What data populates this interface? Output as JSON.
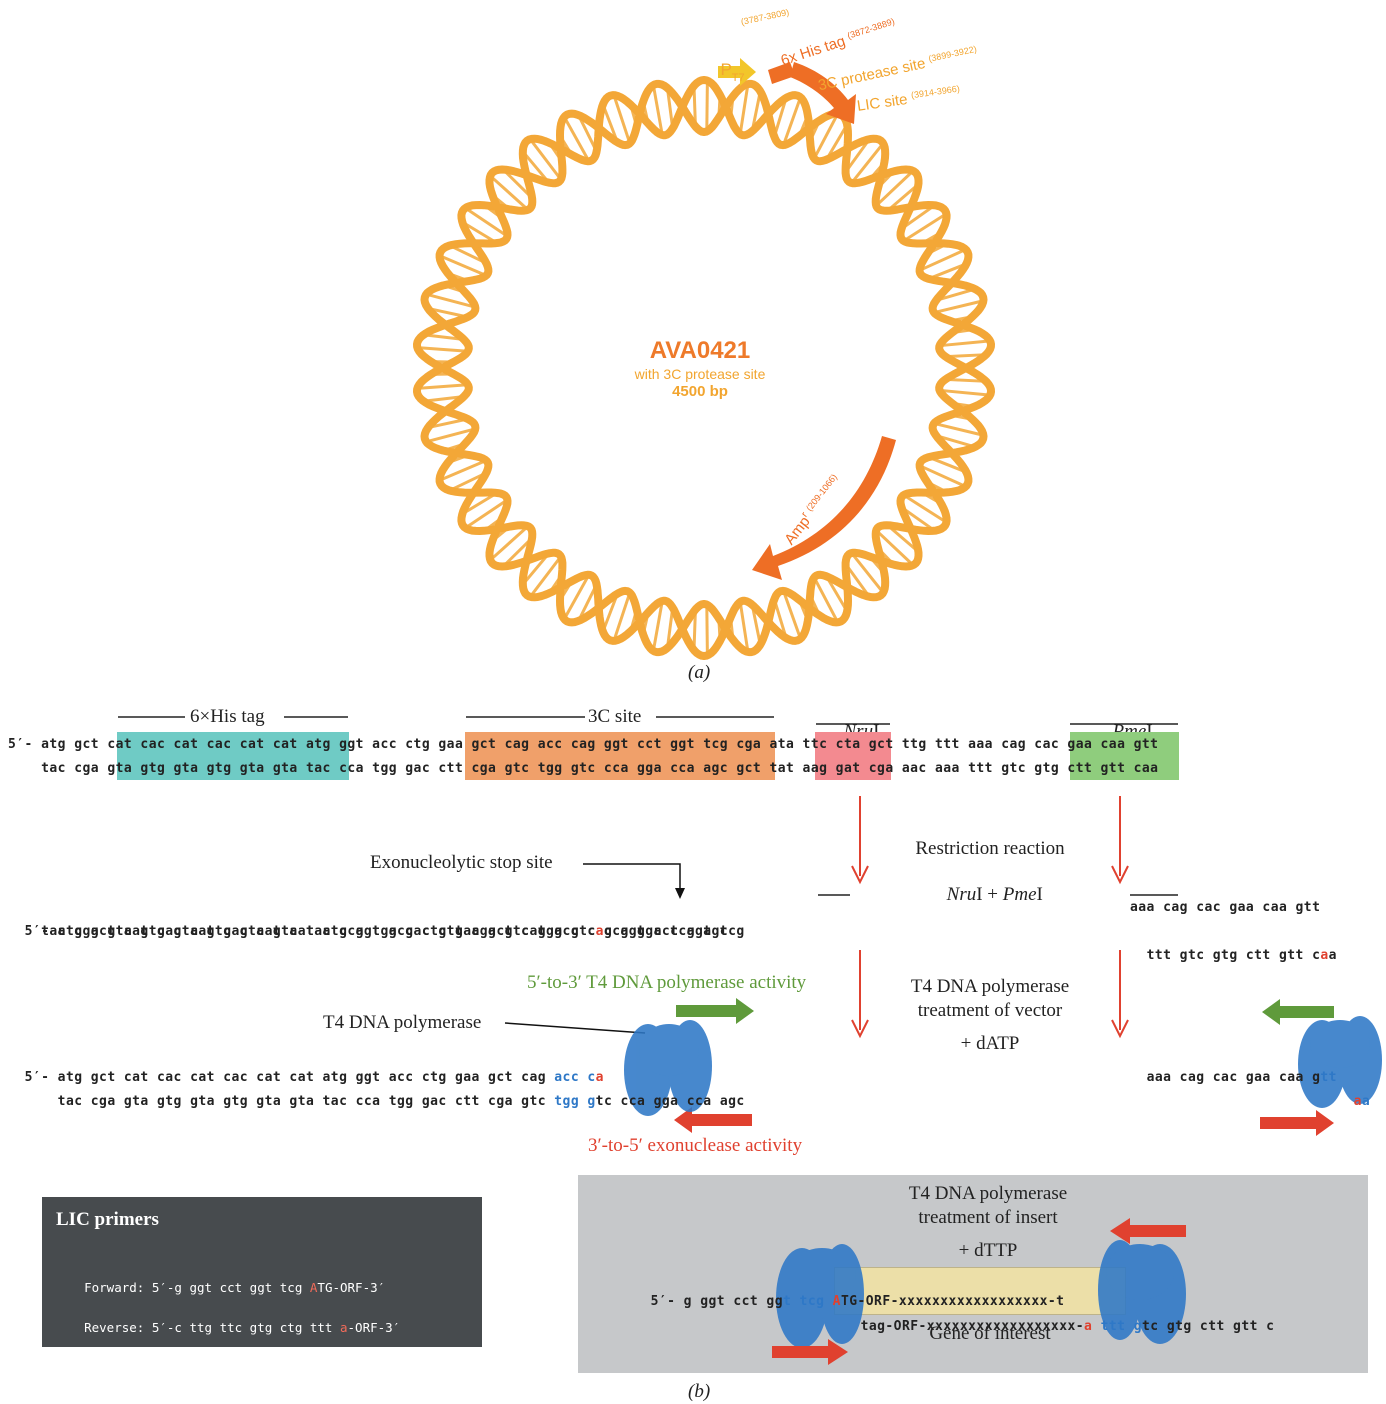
{
  "panel_a": {
    "label": "(a)",
    "plasmid": {
      "name": "AVA0421",
      "subtitle": "with 3C protease site",
      "size": "4500 bp"
    },
    "features": {
      "promoter_p": "P",
      "promoter_t7": "T7",
      "promoter_range": "(3787-3809)",
      "his_tag": "6x His tag",
      "his_range": "(3872-3889)",
      "protease_site": "3C protease site",
      "protease_range": "(3899-3922)",
      "lic_site": "LIC site",
      "lic_range": "(3914-3966)",
      "amp": "Amp",
      "amp_sup": "r",
      "amp_range": "(209-1066)"
    },
    "colors": {
      "helix": "#f3a737",
      "arrow": "#ee6e25",
      "promoter": "#f2c62a"
    }
  },
  "panel_b": {
    "label": "(b)",
    "header_labels": {
      "his_tag": "6×His tag",
      "c3_site": "3C site",
      "nru_italic": "Nru",
      "nru_roman": "I",
      "pme_italic": "Pme",
      "pme_roman": "I"
    },
    "row1": {
      "top": "5′- atg gct cat cac cat cac cat cat atg ggt acc ctg gaa gct cag acc cag ggt cct ggt tcg cga ata ttc cta gct ttg ttt aaa cag cac gaa caa gtt",
      "bottom": "    tac cga gta gtg gta gtg gta gta tac cca tgg gac ctt cga gtc tgg gtc cca gga cca agc gct tat aag gat cga aac aaa ttt gtc gtg ctt gtt caa"
    },
    "restriction": {
      "line1": "Restriction reaction",
      "line2_a": "Nru",
      "line2_b": "I + ",
      "line2_c": "Pme",
      "line2_d": "I"
    },
    "stop_site_label": "Exonucleolytic stop site",
    "row2": {
      "top_a": "5′- atg gct cat cac cat cac cat cat atg ggt acc ctg gaa gct cag acc c",
      "top_red": "a",
      "top_b": "g ggt cct ggt tcg",
      "bottom": "    tac cga gta gtg gta gtg gta gta tac cca tgg gac ctt cga gtc tgg gtc cca gga cca agc",
      "right_top": "aaa cag cac gaa caa gtt",
      "right_bottom_a": "ttt gtc gtg ctt gtt c",
      "right_bottom_red": "a",
      "right_bottom_b": "a"
    },
    "pol_activity_label": "5′-to-3′ T4 DNA polymerase activity",
    "exo_activity_label": "3′-to-5′ exonuclease activity",
    "polymerase_label": "T4 DNA polymerase",
    "treatment_vector": {
      "line1": "T4 DNA polymerase",
      "line2": "treatment of vector",
      "line3": "+ dATP"
    },
    "row3": {
      "top_a": "5′- atg gct cat cac cat cac cat cat atg ggt acc ctg gaa gct cag ",
      "top_blue": "acc c",
      "top_red": "a",
      "bottom_a": "    tac cga gta gtg gta gtg gta gta tac cca tgg gac ctt cga gtc ",
      "bottom_blue": "tgg g",
      "bottom_b": "tc cca gga cca agc",
      "right_top_a": "aaa cag cac gaa caa g",
      "right_top_blue": "tt",
      "right_bottom_red": "a",
      "right_bottom_blue": "a"
    },
    "primers": {
      "title": "LIC primers",
      "forward_a": "Forward: 5′-g ggt cct ggt tcg ",
      "forward_red": "A",
      "forward_b": "TG-ORF-3′",
      "reverse_a": "Reverse: 5′-c ttg ttc gtg ctg ttt ",
      "reverse_red": "a",
      "reverse_b": "-ORF-3′"
    },
    "insert": {
      "line1": "T4 DNA polymerase",
      "line2": "treatment of insert",
      "line3": "+ dTTP",
      "top_a": "5′- g ggt cct gg",
      "top_blue": "t tcg",
      "top_red": "A",
      "top_b": "TG-ORF-xxxxxxxxxxxxxxxxxx-t",
      "bottom_a": "tag-ORF-xxxxxxxxxxxxxxxxxx-",
      "bottom_red": "a",
      "bottom_blue": " ttt g",
      "bottom_b": "tc gtg ctt gtt c",
      "gene_label": "Gene of interest"
    },
    "colors": {
      "his_hl": "#6fcbc5",
      "c3_hl": "#f0a06a",
      "nru_hl": "#f38a90",
      "pme_hl": "#8fcd7d",
      "red": "#e0412f",
      "green": "#5f9a3b",
      "blue": "#2e78c7",
      "insert_hl": "#ecdfa8"
    }
  }
}
